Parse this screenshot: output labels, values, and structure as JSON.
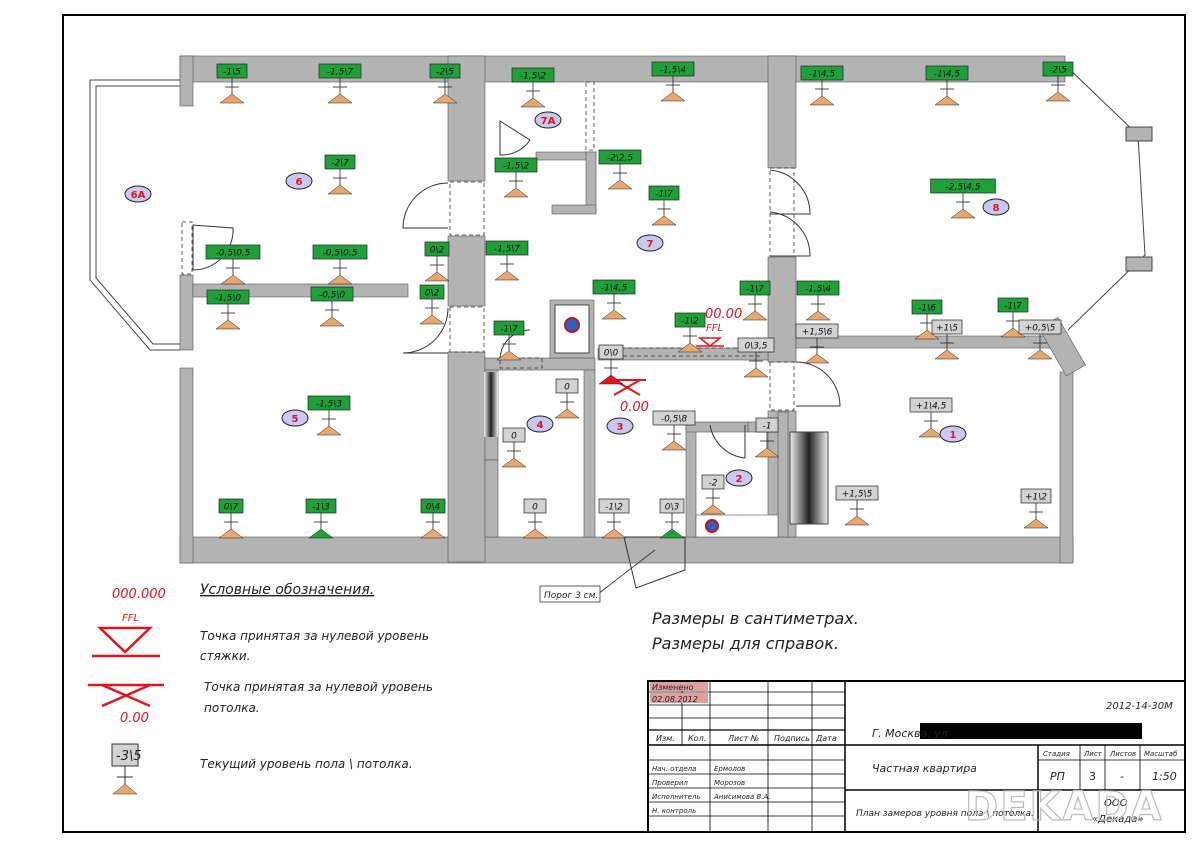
{
  "rooms": [
    {
      "id": "6A"
    },
    {
      "id": "6"
    },
    {
      "id": "7A"
    },
    {
      "id": "7"
    },
    {
      "id": "8"
    },
    {
      "id": "5"
    },
    {
      "id": "4"
    },
    {
      "id": "3"
    },
    {
      "id": "2"
    },
    {
      "id": "1"
    }
  ],
  "floor_marks": [
    {
      "text": "-1\\5",
      "fill": "green"
    },
    {
      "text": "-1,5\\7",
      "fill": "green"
    },
    {
      "text": "-2\\5",
      "fill": "green"
    },
    {
      "text": "-1,5\\2",
      "fill": "green"
    },
    {
      "text": "-1,5\\4",
      "fill": "green"
    },
    {
      "text": "-1\\4,5",
      "fill": "green"
    },
    {
      "text": "-1\\4,5",
      "fill": "green"
    },
    {
      "text": "-2\\5",
      "fill": "green"
    },
    {
      "text": "-2\\7",
      "fill": "green"
    },
    {
      "text": "-1,5\\2",
      "fill": "green"
    },
    {
      "text": "-2\\2,5",
      "fill": "green"
    },
    {
      "text": "-1\\7",
      "fill": "green"
    },
    {
      "text": "-2,5\\4,5",
      "fill": "green"
    },
    {
      "text": "-0,5\\0,5",
      "fill": "green"
    },
    {
      "text": "-0,5\\0,5",
      "fill": "green"
    },
    {
      "text": "0\\2",
      "fill": "green"
    },
    {
      "text": "-1,5\\7",
      "fill": "green"
    },
    {
      "text": "-1,5\\0",
      "fill": "green"
    },
    {
      "text": "-0,5\\0",
      "fill": "green"
    },
    {
      "text": "0\\2",
      "fill": "green"
    },
    {
      "text": "-1\\7",
      "fill": "green"
    },
    {
      "text": "-1\\4,5",
      "fill": "green"
    },
    {
      "text": "-1\\7",
      "fill": "green"
    },
    {
      "text": "-1,5\\4",
      "fill": "green"
    },
    {
      "text": "-1\\6",
      "fill": "green"
    },
    {
      "text": "-1\\7",
      "fill": "green"
    },
    {
      "text": "-1\\2",
      "fill": "green"
    },
    {
      "text": "+1,5\\6",
      "fill": "gray"
    },
    {
      "text": "+1\\5",
      "fill": "gray"
    },
    {
      "text": "+0,5\\5",
      "fill": "gray"
    },
    {
      "text": "0\\0",
      "fill": "gray"
    },
    {
      "text": "0\\3,5",
      "fill": "gray"
    },
    {
      "text": "-1,5\\3",
      "fill": "green"
    },
    {
      "text": "0",
      "fill": "gray"
    },
    {
      "text": "0",
      "fill": "gray"
    },
    {
      "text": "-0,5\\8",
      "fill": "gray"
    },
    {
      "text": "-1",
      "fill": "gray"
    },
    {
      "text": "-2",
      "fill": "gray"
    },
    {
      "text": "+1\\4,5",
      "fill": "gray"
    },
    {
      "text": "+1,5\\5",
      "fill": "gray"
    },
    {
      "text": "+1\\2",
      "fill": "gray"
    },
    {
      "text": "0\\7",
      "fill": "green"
    },
    {
      "text": "-1\\3",
      "fill": "green"
    },
    {
      "text": "0\\4",
      "fill": "green"
    },
    {
      "text": "0",
      "fill": "gray"
    },
    {
      "text": "-1\\2",
      "fill": "gray"
    },
    {
      "text": "0\\3",
      "fill": "gray"
    }
  ],
  "zero_level": {
    "value": "00.00",
    "ffl": "FFL",
    "ceiling_value": "0.00"
  },
  "threshold_note": "Порог 3 см.",
  "legend": {
    "title": "Условные обозначения.",
    "sample_value": "000.000",
    "sample_ffl": "FFL",
    "screed_text_1": "Точка принятая за нулевой уровень",
    "screed_text_2": "стяжки.",
    "ceiling_value": "0.00",
    "ceiling_text_1": "Точка принятая за нулевой уровень",
    "ceiling_text_2": "потолка.",
    "mark_sample": "-3\\5",
    "current_text": "Текущий уровень пола \\ потолка."
  },
  "notes": {
    "line1": "Размеры в сантиметрах.",
    "line2": "Размеры для справок."
  },
  "title_block": {
    "changed_label": "Изменено",
    "changed_date": "02.08.2012",
    "doc_code": "2012-14-30М",
    "address": "Г. Москва, ул",
    "headers": {
      "izm": "Изм.",
      "kol": "Кол.",
      "list": "Лист №",
      "podpis": "Подпись",
      "data": "Дата"
    },
    "people": [
      {
        "role": "Нач. отдела",
        "name": "Ермолов"
      },
      {
        "role": "Проверил",
        "name": "Морозов"
      },
      {
        "role": "Исполнитель",
        "name": "Анисимова В.А."
      },
      {
        "role": "Н. контроль",
        "name": ""
      }
    ],
    "object": "Частная квартира",
    "sheet_title": "План замеров уровня пола \\ потолка.",
    "stage_label": "Стадия",
    "stage": "РП",
    "sheet_label": "Лист",
    "sheet": "3",
    "sheets_label": "Листов",
    "sheets": "-",
    "scale_label": "Масштаб",
    "scale": "1:50",
    "org_1": "ООО",
    "org_2": "«Декада»"
  },
  "watermark": "DEKADA",
  "colors": {
    "wall": "#b3b3b3",
    "mark_green": "#1fa038",
    "mark_gray": "#d2d2d2",
    "foot": "#e8a86d",
    "red": "#e0141c",
    "room_oval": "#c8c8f0",
    "room_text": "#e0141c"
  }
}
